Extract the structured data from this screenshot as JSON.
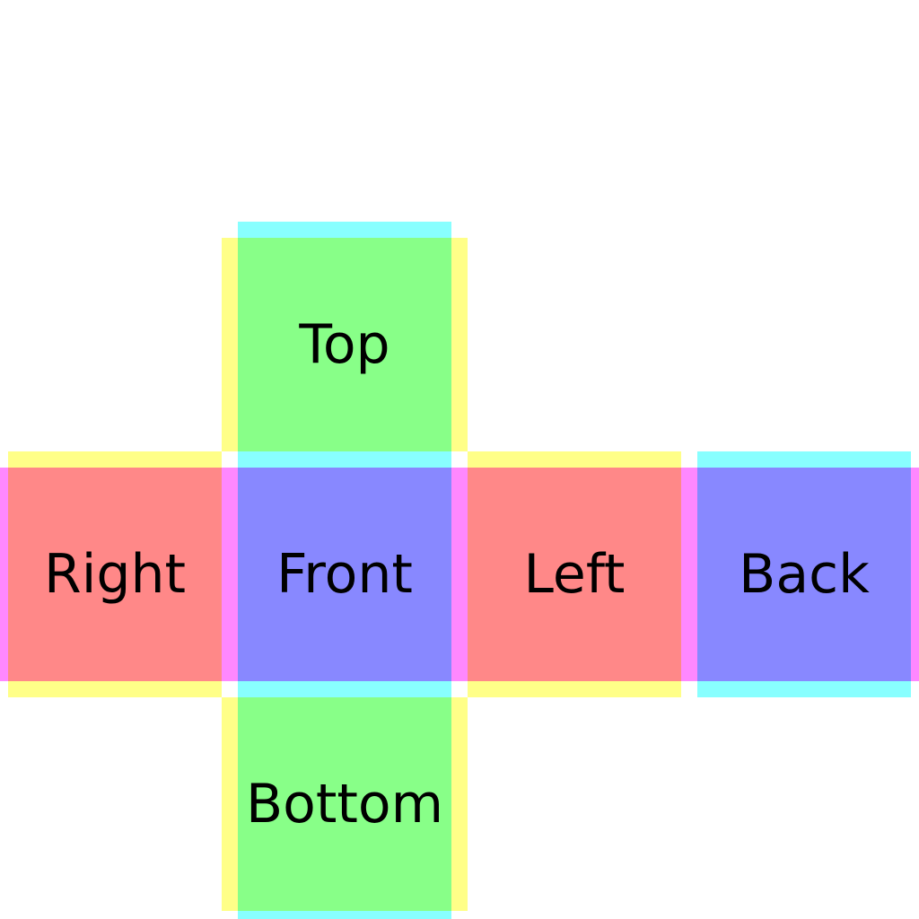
{
  "colors": {
    "side_faces": "#ff8888",
    "front_back_faces": "#8888ff",
    "top_bottom_faces": "#88ff88",
    "yellow_edge": "#ffff88",
    "cyan_edge": "#88ffff",
    "magenta_edge": "#ff88ff",
    "background": "#ffffff",
    "text": "#000000"
  },
  "faces": {
    "top": {
      "label": "Top"
    },
    "right": {
      "label": "Right"
    },
    "front": {
      "label": "Front"
    },
    "left": {
      "label": "Left"
    },
    "back": {
      "label": "Back"
    },
    "bottom": {
      "label": "Bottom"
    }
  }
}
